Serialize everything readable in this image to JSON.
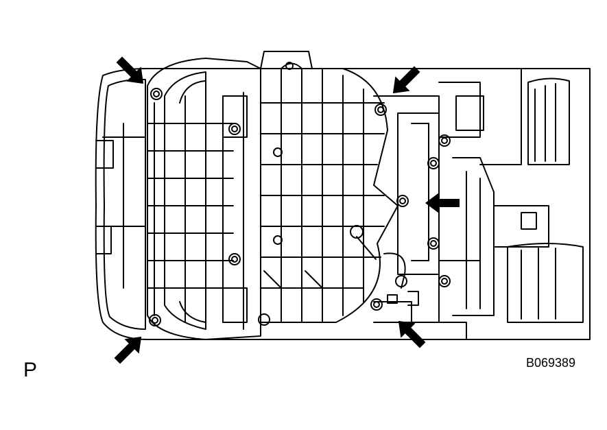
{
  "figure": {
    "side_label": "P",
    "figure_id": "B069389",
    "ink_color": "#000000",
    "background_color": "#ffffff"
  },
  "callouts": [
    {
      "id": "top-left",
      "icon": "arrow-icon",
      "points_to": "bolt"
    },
    {
      "id": "top-right",
      "icon": "arrow-icon",
      "points_to": "bolt"
    },
    {
      "id": "middle-right",
      "icon": "arrow-icon",
      "points_to": "bolt"
    },
    {
      "id": "bottom-left",
      "icon": "arrow-icon",
      "points_to": "bolt"
    },
    {
      "id": "bottom-right",
      "icon": "arrow-icon",
      "points_to": "bolt"
    }
  ]
}
